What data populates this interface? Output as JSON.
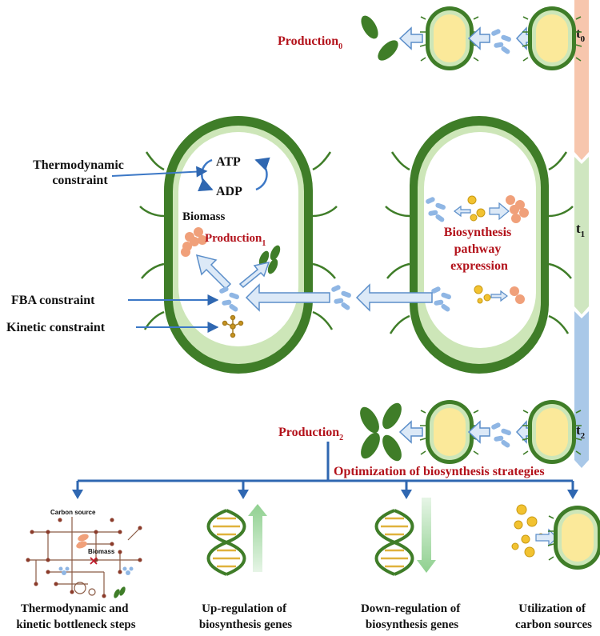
{
  "timeline": {
    "t0": {
      "base": "t",
      "sub": "0"
    },
    "t1": {
      "base": "t",
      "sub": "1"
    },
    "t2": {
      "base": "t",
      "sub": "2"
    },
    "colors": {
      "t0": "#f7c6ad",
      "t1": "#cfe6c0",
      "t2": "#a9c8e8"
    }
  },
  "top": {
    "production": {
      "base": "Production",
      "sub": "0"
    }
  },
  "cell_left": {
    "atp": "ATP",
    "adp": "ADP",
    "biomass": "Biomass",
    "production": {
      "base": "Production",
      "sub": "1"
    }
  },
  "cell_right": {
    "pathway_lines": [
      "Biosynthesis",
      "pathway",
      "expression"
    ]
  },
  "constraints": {
    "thermo_lines": [
      "Thermodynamic",
      "constraint"
    ],
    "fba": "FBA constraint",
    "kinetic": "Kinetic constraint"
  },
  "bottom": {
    "production": {
      "base": "Production",
      "sub": "2"
    },
    "optimization": "Optimization of biosynthesis strategies",
    "network": {
      "carbon_source": "Carbon source",
      "biomass": "Biomass"
    },
    "strategies": [
      {
        "line1": "Thermodynamic and",
        "line2": "kinetic bottleneck steps"
      },
      {
        "line1": "Up-regulation of",
        "line2": "biosynthesis genes"
      },
      {
        "line1": "Down-regulation of",
        "line2": "biosynthesis genes"
      },
      {
        "line1": "Utilization of",
        "line2": "carbon sources"
      }
    ]
  },
  "palette": {
    "cell_wall": "#3f7d28",
    "cell_inner": "#cde6b8",
    "cell_core": "#fcf6c8",
    "arrow_fill": "#dce9f7",
    "arrow_stroke": "#5b8ec9",
    "bar_blue": "#2f67b1",
    "salmon": "#f0a07a",
    "gold": "#f2c230",
    "label_red": "#b3121b"
  }
}
